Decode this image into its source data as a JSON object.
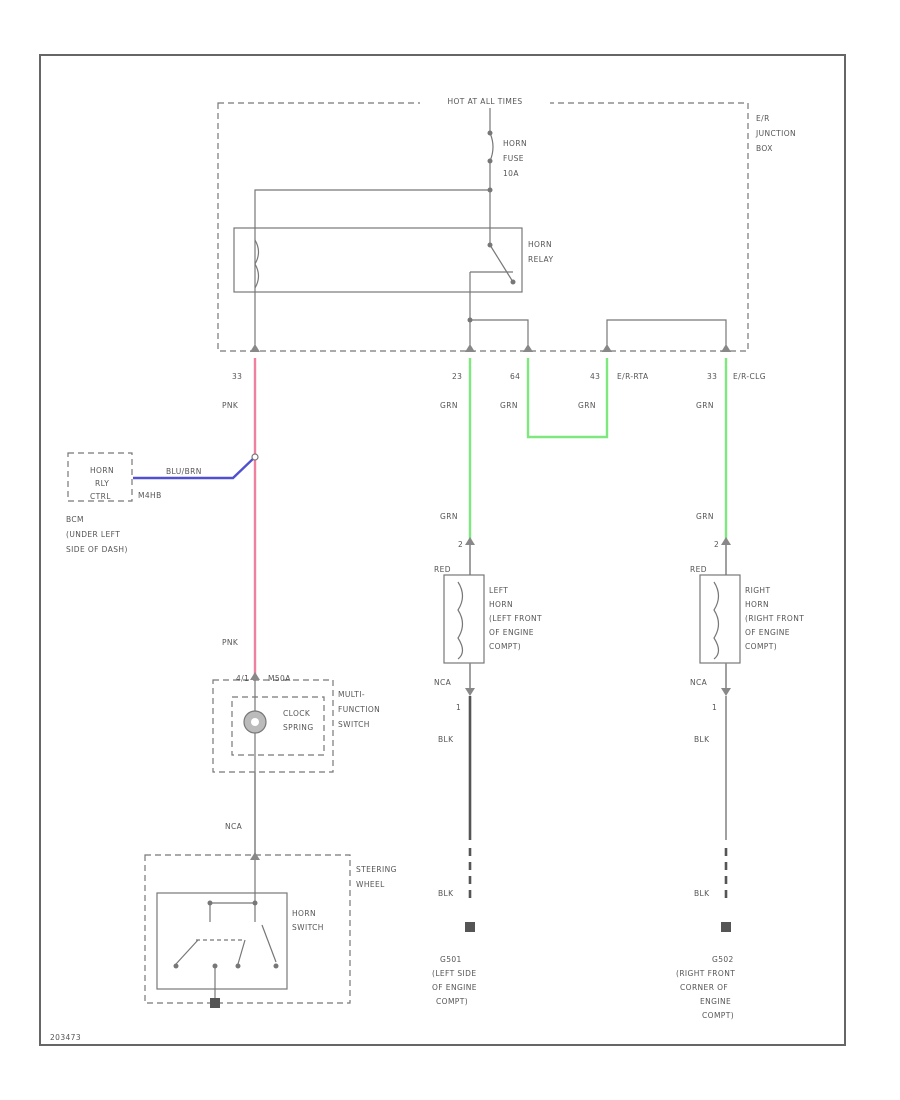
{
  "colors": {
    "pink_wire": "#f080a0",
    "green_wire": "#7ee87e",
    "blue_wire": "#5050d0",
    "line": "#777777"
  },
  "labels": {
    "hot_at_all_times": "HOT AT ALL TIMES",
    "junction_box": [
      "E/R",
      "JUNCTION",
      "BOX"
    ],
    "horn_fuse": [
      "HORN",
      "FUSE",
      "10A"
    ],
    "horn_relay": [
      "HORN",
      "RELAY"
    ],
    "pins": {
      "p1": "33",
      "p2": "23",
      "p3": "64",
      "p4": "43",
      "p5": "33"
    },
    "conn_e4": "E/R-RTA",
    "conn_e5": "E/R-CLG",
    "pnk_top": "PNK",
    "pnk_bottom": "PNK",
    "grn_1": "GRN",
    "grn_2": "GRN",
    "grn_3": "GRN",
    "grn_4": "GRN",
    "grn_5": "GRN",
    "grn_6": "GRN",
    "bcm_box": [
      "HORN",
      "RLY",
      "CTRL"
    ],
    "bcm_blu": "BLU/BRN",
    "bcm_conn": "M4HB",
    "bcm_location": [
      "BCM",
      "(UNDER LEFT",
      "SIDE OF DASH)"
    ],
    "mfs_conn": "M50A",
    "mfs_pin": "4/1",
    "clock_spring": [
      "CLOCK",
      "SPRING"
    ],
    "multifunction_switch": [
      "MULTI-",
      "FUNCTION",
      "SWITCH"
    ],
    "nca_1": "NCA",
    "steering_wheel": [
      "STEERING",
      "WHEEL"
    ],
    "horn_switch": [
      "HORN",
      "SWITCH"
    ],
    "left_horn_pin": "2",
    "left_red": "RED",
    "left_horn": [
      "LEFT",
      "HORN",
      "(LEFT FRONT",
      "OF ENGINE",
      "COMPT)"
    ],
    "left_nca": "NCA",
    "left_pin1": "1",
    "left_blk1": "BLK",
    "left_blk2": "BLK",
    "left_ground": [
      "G501",
      "(LEFT SIDE",
      "OF ENGINE",
      "COMPT)"
    ],
    "right_horn_pin": "2",
    "right_red": "RED",
    "right_horn": [
      "RIGHT",
      "HORN",
      "(RIGHT FRONT",
      "OF ENGINE",
      "COMPT)"
    ],
    "right_nca": "NCA",
    "right_pin1": "1",
    "right_blk1": "BLK",
    "right_blk2": "BLK",
    "right_ground": [
      "G502",
      "(RIGHT FRONT",
      "CORNER OF",
      "ENGINE",
      "COMPT)"
    ],
    "figure_id": "203473"
  }
}
